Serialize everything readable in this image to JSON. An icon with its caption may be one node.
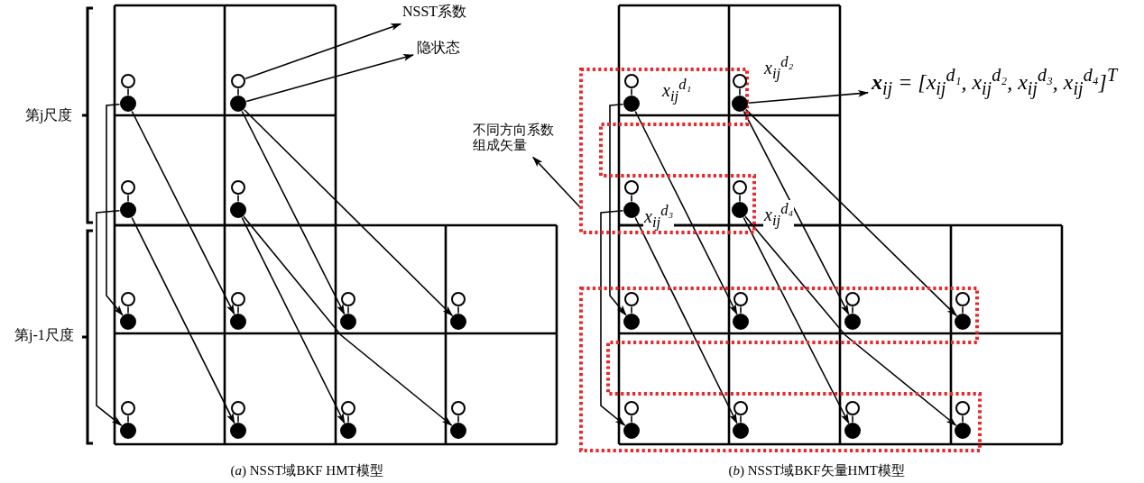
{
  "diagram": {
    "nodes": [
      {
        "text": [],
        "shape": "circle"
      },
      {
        "text": [],
        "shape": "circle"
      },
      {
        "text": [],
        "shape": "circle"
      },
      {
        "text": [],
        "shape": "circle"
      },
      {
        "text": [],
        "shape": "circle"
      },
      {
        "text": [],
        "shape": "circle"
      },
      {
        "text": [],
        "shape": "circle"
      },
      {
        "text": [],
        "shape": "circle"
      },
      {
        "text": [],
        "shape": "circle"
      },
      {
        "text": [],
        "shape": "circle"
      },
      {
        "text": [],
        "shape": "circle"
      },
      {
        "text": [],
        "shape": "circle"
      },
      {
        "text": [],
        "shape": "circle"
      },
      {
        "text": [],
        "shape": "circle"
      },
      {
        "text": [],
        "shape": "circle"
      },
      {
        "text": [],
        "shape": "circle"
      },
      {
        "text": [],
        "shape": "circle"
      },
      {
        "text": [],
        "shape": "circle"
      },
      {
        "text": [],
        "shape": "circle"
      },
      {
        "text": [],
        "shape": "circle"
      },
      {
        "text": [],
        "shape": "circle"
      },
      {
        "text": [],
        "shape": "circle"
      },
      {
        "text": [],
        "shape": "circle"
      },
      {
        "text": [],
        "shape": "circle"
      },
      {
        "text": [
          "NSST系数"
        ]
      },
      {
        "text": [
          "隐状态"
        ]
      },
      {
        "text": [],
        "shape": "box"
      },
      {
        "text": [],
        "shape": "circle",
        "in": 26
      },
      {
        "text": [],
        "shape": "circle",
        "in": 26
      },
      {
        "text": [],
        "shape": "circle",
        "in": 26
      },
      {
        "text": [],
        "shape": "circle",
        "in": 26
      },
      {
        "text": [],
        "shape": "circle",
        "in": 26
      },
      {
        "text": [],
        "shape": "circle",
        "in": 26
      },
      {
        "text": [],
        "shape": "circle",
        "in": 26
      },
      {
        "text": [],
        "shape": "circle",
        "in": 26
      },
      {
        "text": [],
        "shape": "box"
      },
      {
        "text": [],
        "shape": "circle",
        "in": 35
      },
      {
        "text": [],
        "shape": "circle",
        "in": 35
      },
      {
        "text": [],
        "shape": "circle",
        "in": 35
      },
      {
        "text": [],
        "shape": "circle",
        "in": 35
      },
      {
        "text": [],
        "shape": "circle",
        "in": 35
      },
      {
        "text": [],
        "shape": "circle",
        "in": 35
      },
      {
        "text": [],
        "shape": "circle",
        "in": 35
      },
      {
        "text": [],
        "shape": "circle",
        "in": 35
      },
      {
        "text": [],
        "shape": "circle",
        "in": 35
      },
      {
        "text": [],
        "shape": "circle",
        "in": 35
      },
      {
        "text": [],
        "shape": "circle",
        "in": 35
      },
      {
        "text": [],
        "shape": "circle",
        "in": 35
      },
      {
        "text": [],
        "shape": "circle",
        "in": 35
      },
      {
        "text": [],
        "shape": "circle",
        "in": 35
      },
      {
        "text": [],
        "shape": "circle",
        "in": 35
      },
      {
        "text": [],
        "shape": "circle",
        "in": 35
      },
      {
        "text": [
          "不同方向系数组成矢量"
        ]
      },
      {
        "text": [
          "**x**$_{ij}$ = [x$_{ij}$$^{d₁}$, x$_{ij}$$^{d₂}$, x$_{ij}$$^{d₃}$, x$_{ij}$$^{d₄}$]$^{T}$"
        ]
      }
    ],
    "edges": [
      {
        "from": 1,
        "to": 9,
        "arrow": "to"
      },
      {
        "from": 1,
        "to": 11,
        "arrow": "to"
      },
      {
        "from": 3,
        "to": 13,
        "arrow": "to"
      },
      {
        "from": 3,
        "to": 15,
        "arrow": "to"
      },
      {
        "from": 5,
        "to": 17,
        "arrow": "to"
      },
      {
        "from": 5,
        "to": 19,
        "arrow": "to"
      },
      {
        "from": 7,
        "to": 21,
        "arrow": "to"
      },
      {
        "from": 7,
        "to": 23,
        "arrow": "to"
      },
      {
        "from": 2,
        "to": 24,
        "arrow": "to"
      },
      {
        "from": 3,
        "to": 25,
        "arrow": "to"
      },
      {
        "from": 28,
        "to": 37,
        "arrow": "to"
      },
      {
        "from": 28,
        "to": 39,
        "arrow": "to"
      },
      {
        "from": 30,
        "to": 41,
        "arrow": "to"
      },
      {
        "from": 30,
        "to": 43,
        "arrow": "to"
      },
      {
        "from": 32,
        "to": 45,
        "arrow": "to"
      },
      {
        "from": 32,
        "to": 47,
        "arrow": "to"
      },
      {
        "from": 34,
        "to": 49,
        "arrow": "to"
      },
      {
        "from": 34,
        "to": 51,
        "arrow": "to"
      },
      {
        "from": 30,
        "to": 53,
        "arrow": "to"
      },
      {
        "from": 26,
        "to": 52,
        "arrow": "to"
      },
      {
        "from": 0,
        "to": 1,
        "arrow": "none"
      },
      {
        "from": 2,
        "to": 3,
        "arrow": "none"
      },
      {
        "from": 4,
        "to": 5,
        "arrow": "none"
      },
      {
        "from": 6,
        "to": 7,
        "arrow": "none"
      },
      {
        "from": 8,
        "to": 9,
        "arrow": "none"
      },
      {
        "from": 10,
        "to": 11,
        "arrow": "none"
      },
      {
        "from": 12,
        "to": 13,
        "arrow": "none"
      },
      {
        "from": 14,
        "to": 15,
        "arrow": "none"
      },
      {
        "from": 16,
        "to": 17,
        "arrow": "none"
      },
      {
        "from": 18,
        "to": 19,
        "arrow": "none"
      },
      {
        "from": 20,
        "to": 21,
        "arrow": "none"
      },
      {
        "from": 22,
        "to": 23,
        "arrow": "none"
      },
      {
        "from": 27,
        "to": 28,
        "arrow": "none"
      },
      {
        "from": 29,
        "to": 30,
        "arrow": "none"
      },
      {
        "from": 31,
        "to": 32,
        "arrow": "none"
      },
      {
        "from": 33,
        "to": 34,
        "arrow": "none"
      },
      {
        "from": 36,
        "to": 37,
        "arrow": "none"
      },
      {
        "from": 38,
        "to": 39,
        "arrow": "none"
      },
      {
        "from": 40,
        "to": 41,
        "arrow": "none"
      },
      {
        "from": 42,
        "to": 43,
        "arrow": "none"
      },
      {
        "from": 44,
        "to": 45,
        "arrow": "none"
      },
      {
        "from": 46,
        "to": 47,
        "arrow": "none"
      },
      {
        "from": 48,
        "to": 49,
        "arrow": "none"
      },
      {
        "from": 50,
        "to": 51,
        "arrow": "none"
      }
    ],
    "labels": [
      "第j尺度",
      "第j-1尺度",
      "*x*$_{ij}$$^{d₁}$",
      "*x*$_{ij}$$^{d₂}$",
      "*x*$_{ij}$$^{d₃}$",
      "*x*$_{ij}$$^{d₄}$",
      "(*a*) NSST域BKF HMT模型",
      "(*b*) NSST域BKF矢量HMT模型"
    ]
  }
}
